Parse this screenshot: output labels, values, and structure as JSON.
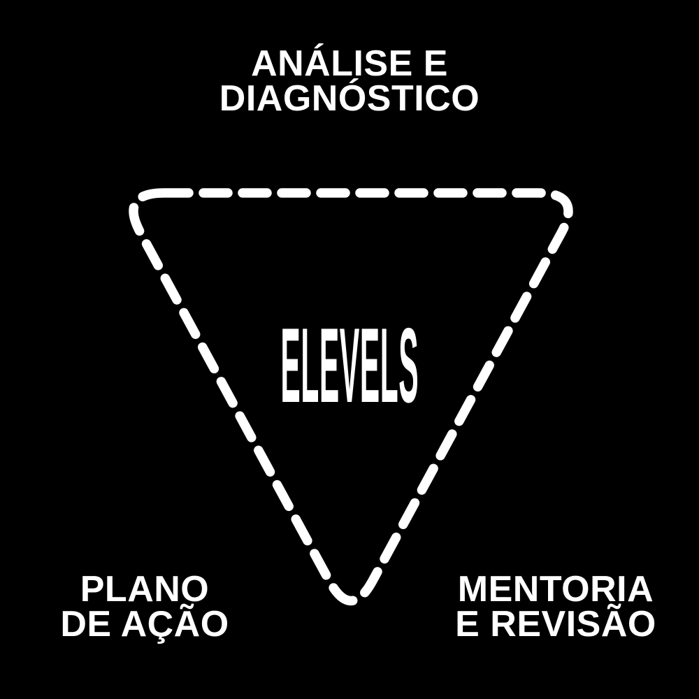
{
  "page": {
    "background_color": "#000000",
    "text_color": "#ffffff"
  },
  "diagram": {
    "type": "dashed-rounded-inverted-triangle-cycle",
    "outline": {
      "style": "dashed",
      "color": "#ffffff"
    },
    "logo": {
      "text": "ELEVELS"
    },
    "stages": [
      {
        "position": "top",
        "line1": "ANÁLISE E",
        "line2": "DIAGNÓSTICO"
      },
      {
        "position": "bottom-left",
        "line1": "PLANO",
        "line2": "DE AÇÃO"
      },
      {
        "position": "bottom-right",
        "line1": "MENTORIA",
        "line2": "E REVISÃO"
      }
    ]
  }
}
